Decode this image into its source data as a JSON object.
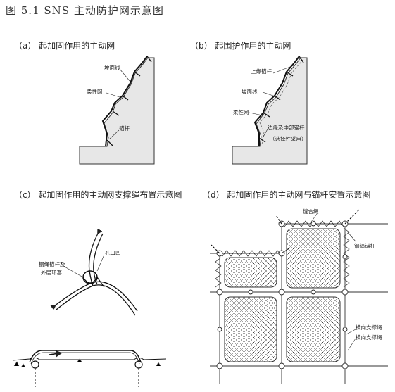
{
  "title": "图 5.1   SNS 主动防护网示意图",
  "captions": {
    "a": "（a） 起加固作用的主动网",
    "b": "（b） 起围护作用的主动网",
    "c": "（c） 起加固作用的主动网支撑绳布置示意图",
    "d": "（d） 起加固作用的主动网与锚杆安置示意图"
  },
  "labels": {
    "a_slope": "坡面线",
    "a_flex": "柔性网",
    "a_anchor": "锚杆",
    "b_top_anchor": "上缘锚杆",
    "b_slope": "坡面线",
    "b_flex": "柔性网",
    "b_edge_anchor": "边缘及中部锚杆",
    "b_optional": "（选择性采用）",
    "c_hole": "孔口凹",
    "c_rope_anchor_1": "钢绳锚杆及",
    "c_rope_anchor_2": "外层环套",
    "d_seam": "缝合绳",
    "d_rope_anchor": "钢绳锚杆",
    "d_support_1": "横向支撑绳",
    "d_support_2": "横向支撑绳"
  }
}
